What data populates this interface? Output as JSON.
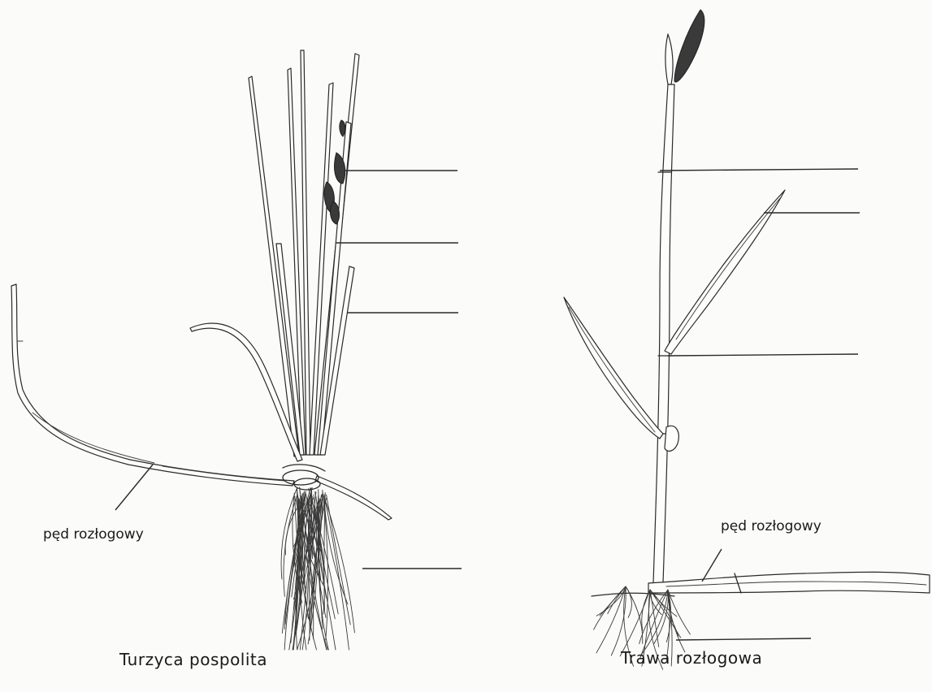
{
  "plants": {
    "sedge": {
      "name": "Turzyca pospolita",
      "runner_label": "pęd rozłogowy"
    },
    "grass": {
      "name": "Trawa rozłogowa",
      "runner_label": "pęd rozłogowy"
    }
  }
}
